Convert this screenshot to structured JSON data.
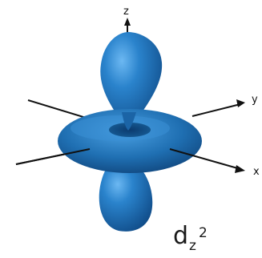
{
  "diagram": {
    "axis_labels": {
      "z": "z",
      "y": "y",
      "x": "x"
    },
    "orbital_label": {
      "base": "d",
      "sub": "z",
      "sup": "2"
    },
    "colors": {
      "lobe": "#1f6fb2",
      "lobe_light": "#5aa6e6",
      "lobe_dark": "#114a85",
      "axis": "#111111",
      "background": "#ffffff"
    }
  }
}
